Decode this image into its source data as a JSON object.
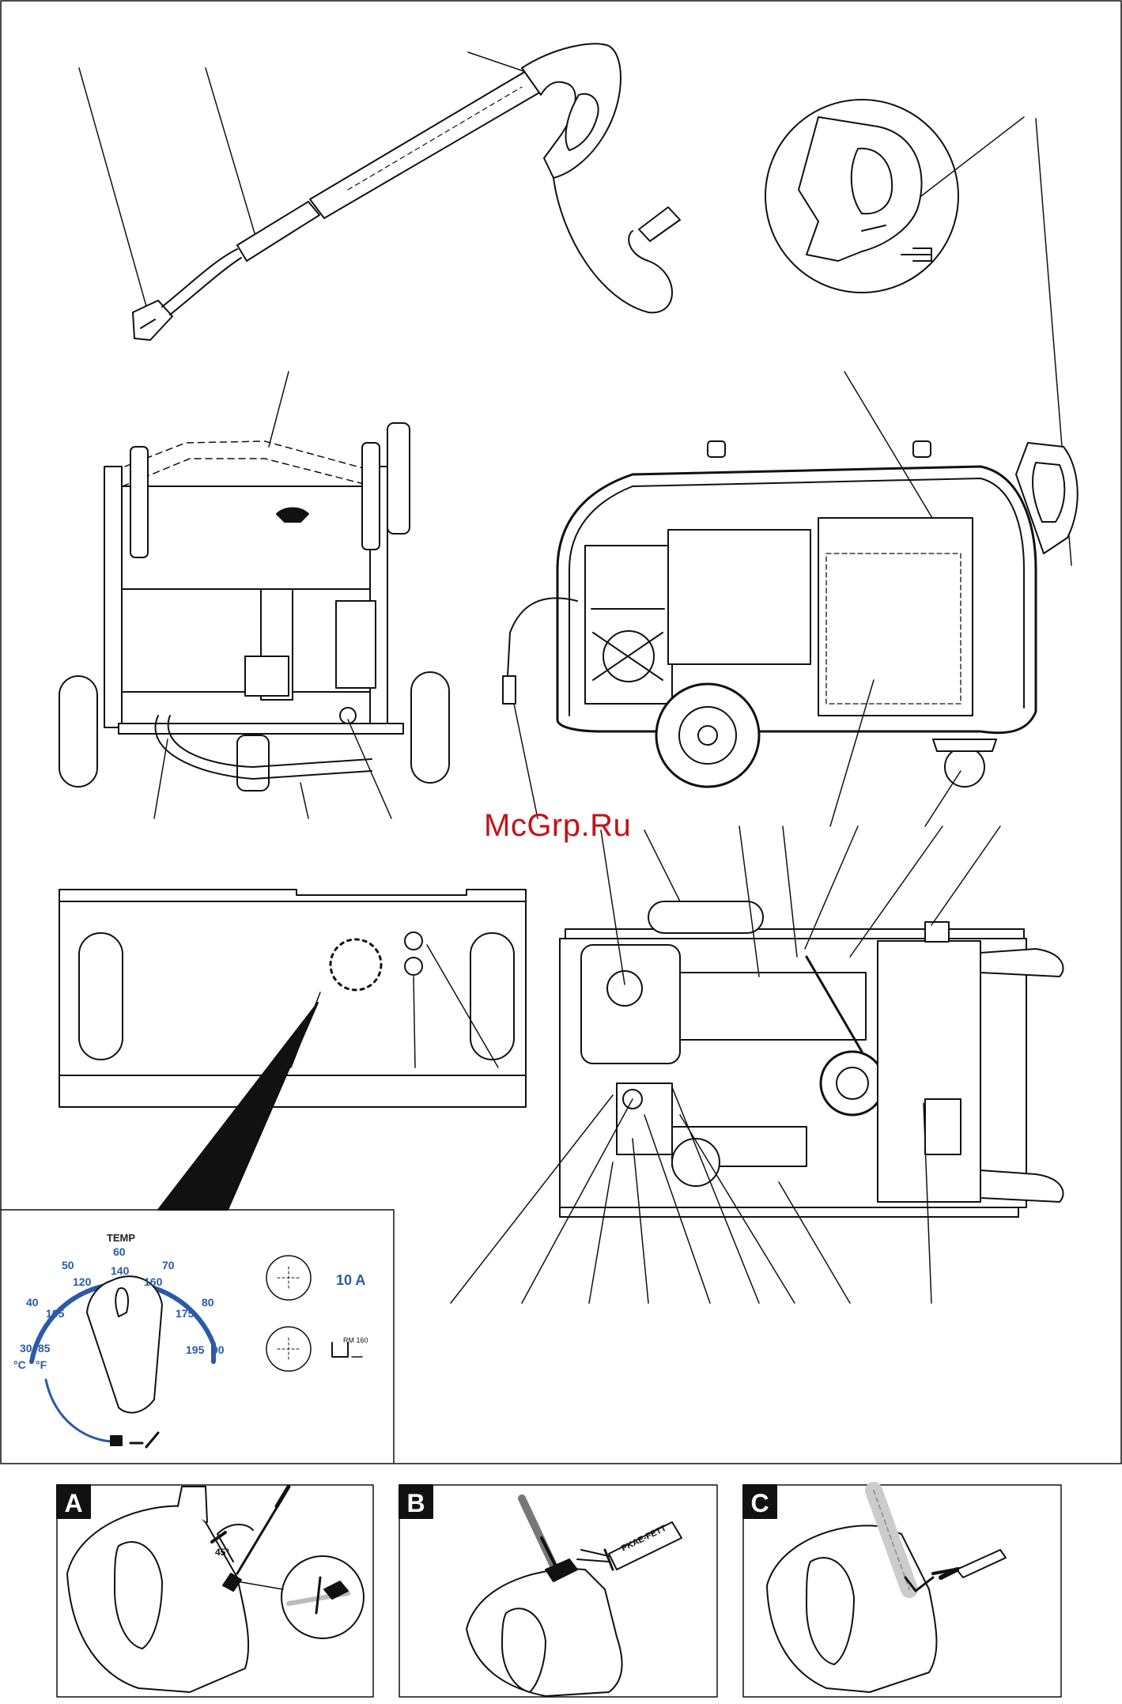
{
  "watermark": "McGrp.Ru",
  "dial": {
    "title": "TEMP",
    "celsius": [
      "30",
      "40",
      "50",
      "60",
      "70",
      "80",
      "90"
    ],
    "fahrenheit": [
      "85",
      "105",
      "120",
      "140",
      "160",
      "175",
      "195"
    ],
    "unit_c": "°C",
    "unit_f": "°F"
  },
  "fuse_label": "10 A",
  "thermal_label": "RM 160",
  "steps": [
    {
      "letter": "A",
      "angle": "45°"
    },
    {
      "letter": "B",
      "tube_label": "PKAE-FETT"
    },
    {
      "letter": "C"
    }
  ],
  "colors": {
    "dial_arc": "#2a5aa8",
    "watermark": "#c4121a",
    "step_badge": "#111111"
  }
}
